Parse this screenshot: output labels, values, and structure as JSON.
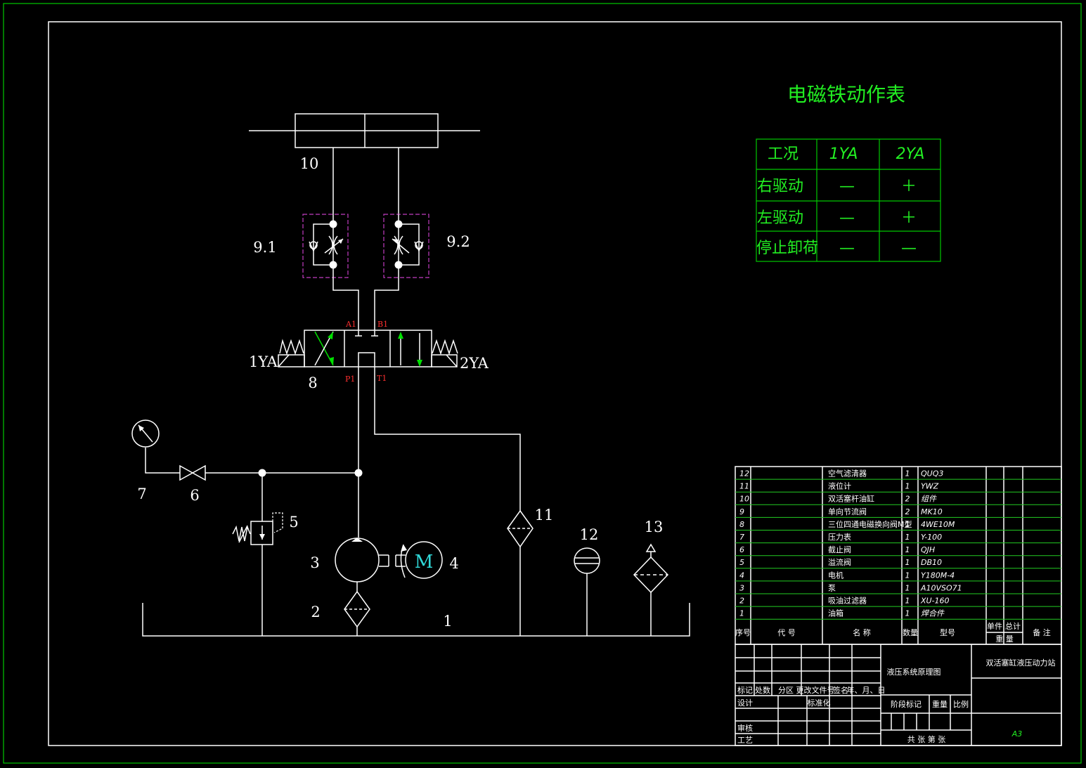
{
  "table_title": "电磁铁动作表",
  "action_table": {
    "headers": [
      "工况",
      "1YA",
      "2YA"
    ],
    "rows": [
      [
        "右驱动",
        "—",
        "＋"
      ],
      [
        "左驱动",
        "—",
        "＋"
      ],
      [
        "停止卸荷",
        "—",
        "—"
      ]
    ]
  },
  "labels": {
    "cylinder": "10",
    "valve_left": "9.1",
    "valve_right": "9.2",
    "port_a": "A1",
    "port_b": "B1",
    "port_p": "P1",
    "port_t": "T1",
    "solenoid_left": "1YA",
    "solenoid_right": "2YA",
    "directional_valve": "8",
    "gauge": "7",
    "stop_valve": "6",
    "relief_valve": "5",
    "pump": "3",
    "motor": "4",
    "motor_letter": "M",
    "filter": "2",
    "tank": "1",
    "return_filter": "11",
    "level_gauge": "12",
    "air_filter": "13"
  },
  "parts_list": {
    "rows": [
      {
        "no": "12",
        "code": "",
        "name": "空气滤清器",
        "qty": "1",
        "model": "QUQ3"
      },
      {
        "no": "11",
        "code": "",
        "name": "液位计",
        "qty": "1",
        "model": "YWZ"
      },
      {
        "no": "10",
        "code": "",
        "name": "双活塞杆油缸",
        "qty": "2",
        "model": "组件"
      },
      {
        "no": "9",
        "code": "",
        "name": "单向节流阀",
        "qty": "2",
        "model": "MK10"
      },
      {
        "no": "8",
        "code": "",
        "name": "三位四通电磁换向阀M型",
        "qty": "1",
        "model": "4WE10M"
      },
      {
        "no": "7",
        "code": "",
        "name": "压力表",
        "qty": "1",
        "model": "Y-100"
      },
      {
        "no": "6",
        "code": "",
        "name": "截止阀",
        "qty": "1",
        "model": "QJH"
      },
      {
        "no": "5",
        "code": "",
        "name": "溢流阀",
        "qty": "1",
        "model": "DB10"
      },
      {
        "no": "4",
        "code": "",
        "name": "电机",
        "qty": "1",
        "model": "Y180M-4"
      },
      {
        "no": "3",
        "code": "",
        "name": "泵",
        "qty": "1",
        "model": "A10VSO71"
      },
      {
        "no": "2",
        "code": "",
        "name": "吸油过滤器",
        "qty": "1",
        "model": "XU-160"
      },
      {
        "no": "1",
        "code": "",
        "name": "油箱",
        "qty": "1",
        "model": "焊合件"
      }
    ],
    "header": {
      "no": "序号",
      "code": "代 号",
      "name": "名 称",
      "qty": "数量",
      "model": "型号",
      "unit_weight": "单件",
      "total_weight": "总计",
      "weight": "重 量",
      "remark": "备 注"
    }
  },
  "title_block": {
    "drawing_name": "液压系统原理图",
    "project": "双活塞缸液压动力站",
    "mark": "标记",
    "count": "处数",
    "zone": "分区",
    "change_doc": "更改文件号",
    "sign": "签名",
    "date": "年、月、日",
    "design": "设计",
    "standard": "标准化",
    "stage": "阶段标记",
    "weight": "重量",
    "scale": "比例",
    "review": "审核",
    "process": "工艺",
    "sheets": "共 张 第 张",
    "size": "A3"
  }
}
